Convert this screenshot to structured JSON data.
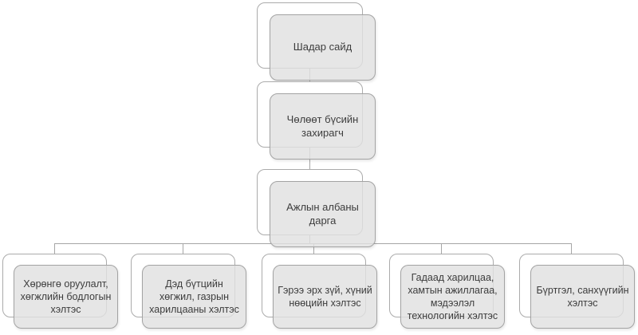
{
  "org_chart": {
    "chain": [
      {
        "label": "Шадар сайд"
      },
      {
        "label": "Чөлөөт бүсийн захирагч"
      },
      {
        "label": "Ажлын албаны дарга"
      }
    ],
    "departments": [
      {
        "label": "Хөрөнгө оруулалт, хөгжлийн бодлогын хэлтэс"
      },
      {
        "label": "Дэд бүтцийн хөгжил, газрын харилцааны хэлтэс"
      },
      {
        "label": "Гэрээ эрх зүй, хүний нөөцийн хэлтэс"
      },
      {
        "label": "Гадаад харилцаа, хамтын ажиллагаа, мэдээлэл технологийн хэлтэс"
      },
      {
        "label": "Бүртгэл, санхүүгийн хэлтэс"
      }
    ],
    "colors": {
      "background": "#ffffff",
      "front_card_fill": "#e6e6e6",
      "back_card_fill": "#ffffff",
      "card_border": "#a6a6a6",
      "connector": "#a6a6a6",
      "text": "#3d3d3d"
    }
  }
}
